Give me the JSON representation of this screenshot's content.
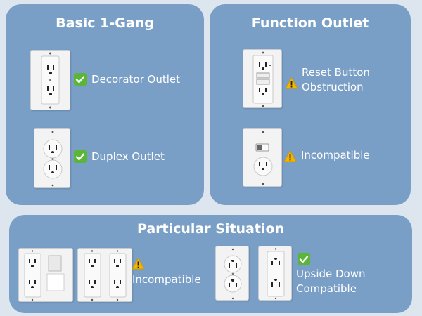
{
  "panels": {
    "basic": {
      "title": "Basic 1-Gang",
      "items": [
        {
          "status": "check",
          "label": "Decorator Outlet"
        },
        {
          "status": "check",
          "label": "Duplex Outlet"
        }
      ]
    },
    "function": {
      "title": "Function Outlet",
      "items": [
        {
          "status": "warning",
          "label_line1": "Reset Button",
          "label_line2": "Obstruction"
        },
        {
          "status": "warning",
          "label": "Incompatible"
        }
      ]
    },
    "particular": {
      "title": "Particular Situation",
      "groups": [
        {
          "status": "warning",
          "label": "Incompatible"
        },
        {
          "status": "check",
          "label_line1": "Upside Down",
          "label_line2": "Compatible"
        }
      ]
    }
  },
  "colors": {
    "background": "#dde6ee",
    "panel": "#7a9fc6",
    "check": "#5bb536",
    "warning": "#f2b600"
  }
}
